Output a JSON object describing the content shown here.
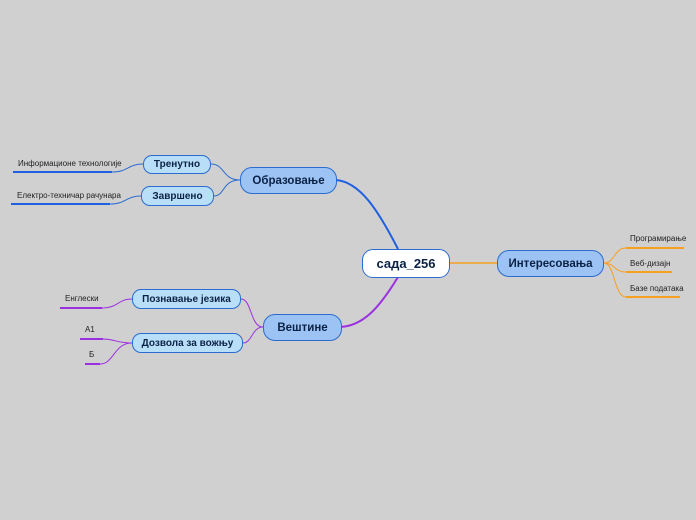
{
  "central": "сада_256",
  "branches": {
    "education": {
      "label": "Образовање",
      "current": {
        "label": "Тренутно",
        "leaf": "Информационе технологије"
      },
      "completed": {
        "label": "Завршено",
        "leaf": "Електро-техничар рачунара"
      }
    },
    "skills": {
      "label": "Вештине",
      "language": {
        "label": "Познавање језика",
        "leaf": "Енглески"
      },
      "license": {
        "label": "Дозвола за вожњу",
        "leaves": [
          "A1",
          "Б"
        ]
      }
    },
    "interests": {
      "label": "Интересовања",
      "leaves": [
        "Програмирање",
        "Веб-дизајн",
        "Базе података"
      ]
    }
  },
  "colors": {
    "background": "#d0d0d0",
    "education_branch": "#1f5fe0",
    "skills_branch": "#9b30e0",
    "interests_branch": "#f5a020",
    "node_border": "#2a6ccf"
  }
}
